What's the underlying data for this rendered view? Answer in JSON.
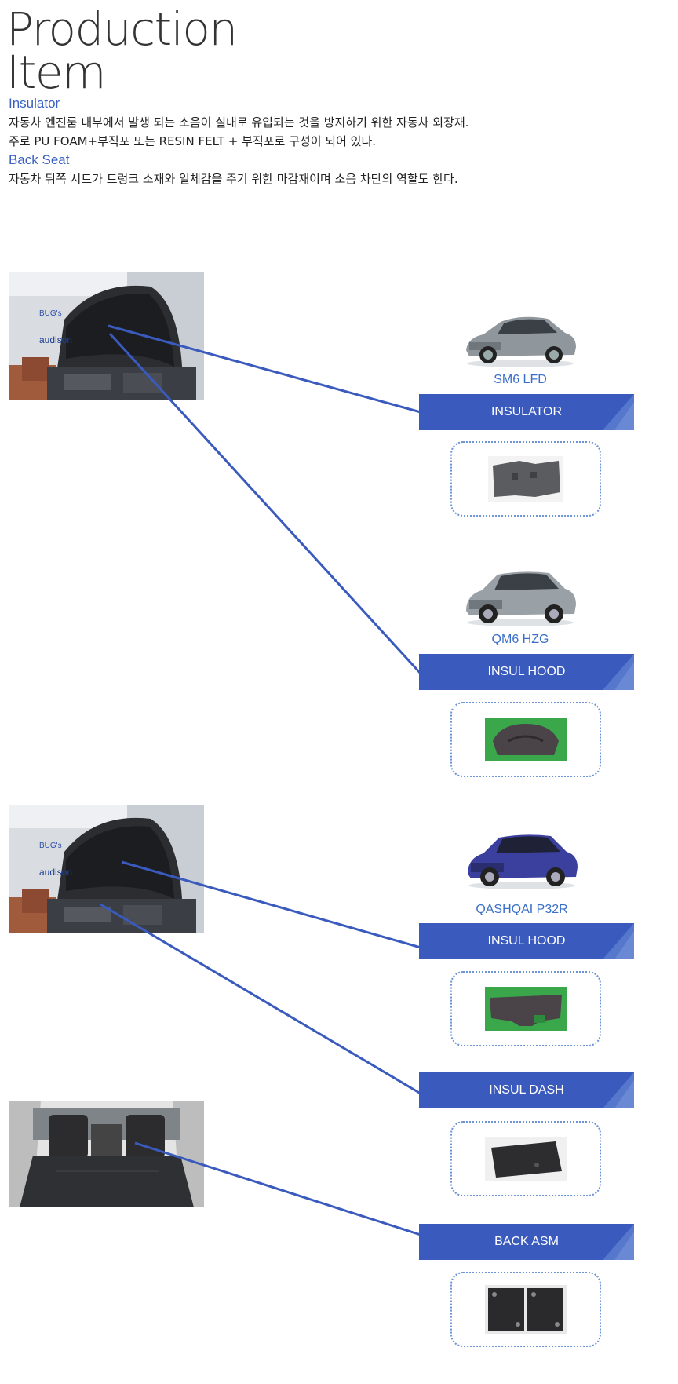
{
  "header": {
    "title_line1": "Production",
    "title_line2": "Item"
  },
  "sections": [
    {
      "heading": "Insulator",
      "lines": [
        "자동차 엔진룸 내부에서 발생 되는 소음이 실내로 유입되는 것을 방지하기 위한 자동차 외장재.",
        "주로 PU FOAM+부직포 또는 RESIN FELT + 부직포로 구성이 되어 있다."
      ]
    },
    {
      "heading": "Back Seat",
      "lines": [
        "자동차 뒤쪽 시트가 트렁크 소재와 일체감을 주기 위한 마감재이며 소음 차단의 역할도 한다."
      ]
    }
  ],
  "photos": {
    "engine_1": {
      "brand_text": "BUG's",
      "logo_text": "audison"
    },
    "engine_2": {
      "brand_text": "BUG's",
      "logo_text": "audison"
    }
  },
  "models": [
    {
      "name": "SM6 LFD",
      "color": "#8f969c"
    },
    {
      "name": "QM6 HZG",
      "color": "#9aa1a6"
    },
    {
      "name": "QASHQAI P32R",
      "color": "#3b3f9e"
    }
  ],
  "parts": [
    {
      "label": "INSULATOR",
      "icon": "insulator-part"
    },
    {
      "label": "INSUL HOOD",
      "icon": "insul-hood-part"
    },
    {
      "label": "INSUL HOOD",
      "icon": "insul-hood-part"
    },
    {
      "label": "INSUL DASH",
      "icon": "insul-dash-part"
    },
    {
      "label": "BACK ASM",
      "icon": "back-asm-part"
    }
  ],
  "colors": {
    "accent": "#3a5bbd",
    "heading": "#3a62c2",
    "model_text": "#3a6fc9",
    "box_border": "#6b93d6"
  }
}
